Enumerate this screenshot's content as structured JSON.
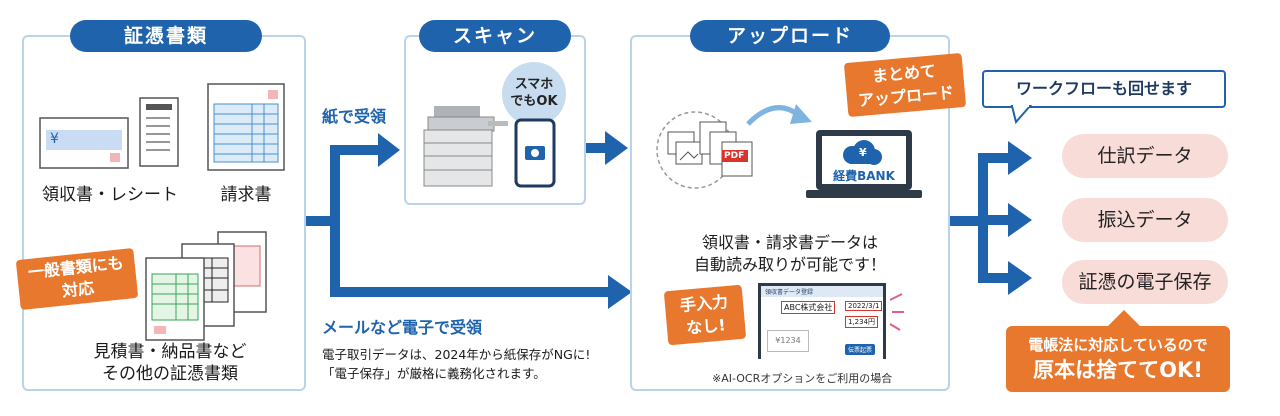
{
  "panels": {
    "documents": {
      "title": "証憑書類"
    },
    "scan": {
      "title": "スキャン"
    },
    "upload": {
      "title": "アップロード"
    }
  },
  "documents": {
    "receipt_label": "領収書・レシート",
    "invoice_label": "請求書",
    "other_label_line1": "見積書・納品書など",
    "other_label_line2": "その他の証憑書類",
    "general_tag_line1": "一般書類にも",
    "general_tag_line2": "対応",
    "receipt_yen": "¥"
  },
  "flow": {
    "paper_label": "紙で受領",
    "email_label": "メールなど電子で受領",
    "note_line1": "電子取引データは、2024年から紙保存がNGに!",
    "note_line2": "「電子保存」が厳格に義務化されます。"
  },
  "scan": {
    "smartphone_line1": "スマホ",
    "smartphone_line2": "でもOK"
  },
  "upload": {
    "bulk_tag_line1": "まとめて",
    "bulk_tag_line2": "アップロード",
    "pdf_label": "PDF",
    "app_name": "経費BANK",
    "app_yen": "¥",
    "ocr_line1": "領収書・請求書データは",
    "ocr_line2": "自動読み取りが可能です！",
    "manual_tag_line1": "手入力",
    "manual_tag_line2": "なし!",
    "ocr_screen_title": "領収書データ登録",
    "ocr_company": "ABC株式会社",
    "ocr_date": "2022/3/1",
    "ocr_amount": "1,234円",
    "ocr_receipt_amount": "¥1234",
    "ocr_button": "伝票起票",
    "footnote": "※AI-OCRオプションをご利用の場合"
  },
  "workflow": {
    "bubble": "ワークフローも回せます",
    "outputs": [
      "仕訳データ",
      "振込データ",
      "証憑の電子保存"
    ],
    "law_line1": "電帳法に対応しているので",
    "law_line2": "原本は捨ててOK!"
  },
  "colors": {
    "brand_blue": "#1f63ad",
    "panel_border": "#b9d3ea",
    "orange": "#e8782e",
    "pink": "#f8dcd8"
  }
}
